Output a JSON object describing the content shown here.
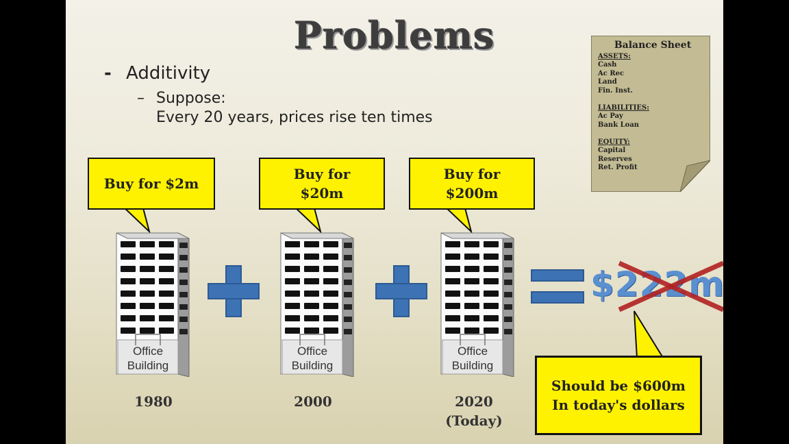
{
  "slide": {
    "title": "Problems",
    "bullet1_marker": "-",
    "bullet1": "Additivity",
    "bullet2_marker": "–",
    "bullet2_line1": "Suppose:",
    "bullet2_line2": "Every 20 years, prices rise ten times"
  },
  "purchases": [
    {
      "callout_line1": "Buy for $2m",
      "callout_line2": "",
      "building_line1": "Office",
      "building_line2": "Building",
      "year_line1": "1980",
      "year_line2": ""
    },
    {
      "callout_line1": "Buy for",
      "callout_line2": "$20m",
      "building_line1": "Office",
      "building_line2": "Building",
      "year_line1": "2000",
      "year_line2": ""
    },
    {
      "callout_line1": "Buy for",
      "callout_line2": "$200m",
      "building_line1": "Office",
      "building_line2": "Building",
      "year_line1": "2020",
      "year_line2": "(Today)"
    }
  ],
  "result": {
    "crossed_amount": "$222m",
    "callout_line1": "Should be $600m",
    "callout_line2": "In today's dollars"
  },
  "balance_sheet": {
    "title": "Balance Sheet",
    "assets_heading": "ASSETS:",
    "assets": [
      "Cash",
      "Ac Rec",
      "Land",
      "Fin. Inst."
    ],
    "liabilities_heading": "LIABILITIES:",
    "liabilities": [
      "Ac Pay",
      "Bank Loan"
    ],
    "equity_heading": "EQUITY:",
    "equity": [
      "Capital",
      "Reserves",
      "Ret. Profit"
    ]
  },
  "colors": {
    "callout_fill": "#fff200",
    "operator_blue": "#3d72b4",
    "cross_red": "#b22222",
    "sheet_fill": "#c3bb93"
  }
}
